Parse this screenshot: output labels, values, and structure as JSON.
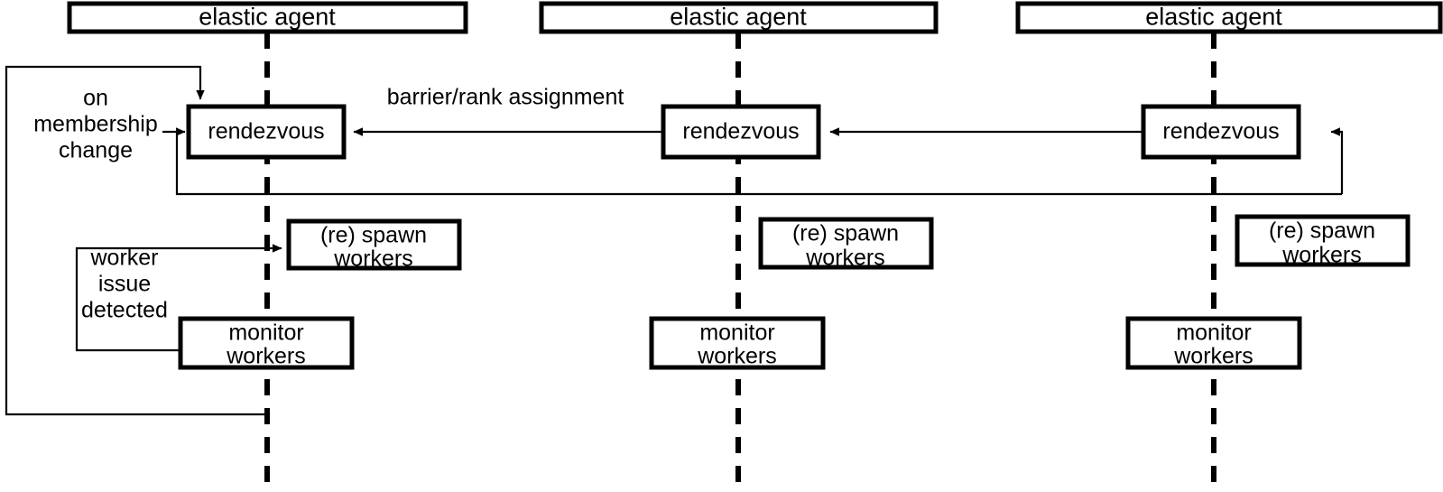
{
  "diagram": {
    "title": "elastic agent rendezvous sequence diagram",
    "colors": {
      "background": "#ffffff",
      "stroke": "#000000",
      "box_fill": "#ffffff"
    },
    "lanes": [
      {
        "id": "lane-1",
        "agent_label": "elastic agent",
        "rendezvous_label": "rendezvous",
        "spawn_label_line1": "(re) spawn",
        "spawn_label_line2": "workers",
        "monitor_label_line1": "monitor",
        "monitor_label_line2": "workers"
      },
      {
        "id": "lane-2",
        "agent_label": "elastic agent",
        "rendezvous_label": "rendezvous",
        "spawn_label_line1": "(re) spawn",
        "spawn_label_line2": "workers",
        "monitor_label_line1": "monitor",
        "monitor_label_line2": "workers"
      },
      {
        "id": "lane-3",
        "agent_label": "elastic agent",
        "rendezvous_label": "rendezvous",
        "spawn_label_line1": "(re) spawn",
        "spawn_label_line2": "workers",
        "monitor_label_line1": "monitor",
        "monitor_label_line2": "workers"
      }
    ],
    "edge_labels": {
      "barrier": "barrier/rank assignment",
      "membership_line1": "on",
      "membership_line2": "membership",
      "membership_line3": "change",
      "worker_issue_line1": "worker",
      "worker_issue_line2": "issue",
      "worker_issue_line3": "detected"
    }
  }
}
